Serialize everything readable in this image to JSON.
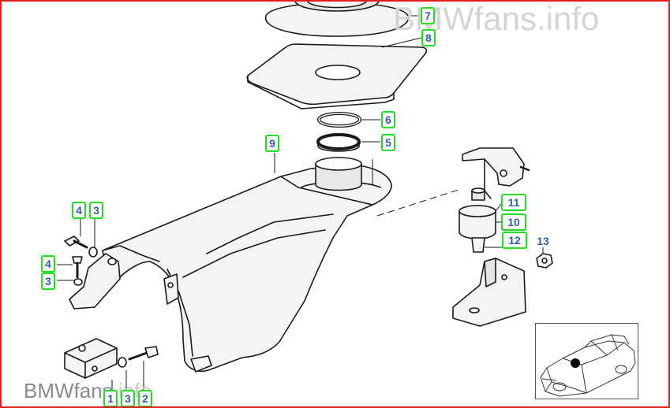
{
  "watermark": {
    "top_text": "BMWfans.info",
    "bottom_main": "BMWfans",
    "bottom_suffix": ".info"
  },
  "callouts": [
    {
      "id": "c7",
      "label": "7"
    },
    {
      "id": "c8",
      "label": "8"
    },
    {
      "id": "c6",
      "label": "6"
    },
    {
      "id": "c5",
      "label": "5"
    },
    {
      "id": "c9",
      "label": "9"
    },
    {
      "id": "c11",
      "label": "11"
    },
    {
      "id": "c10",
      "label": "10"
    },
    {
      "id": "c12",
      "label": "12"
    },
    {
      "id": "c13",
      "label": "13"
    },
    {
      "id": "c4a",
      "label": "4"
    },
    {
      "id": "c3a",
      "label": "3"
    },
    {
      "id": "c4b",
      "label": "4"
    },
    {
      "id": "c3b",
      "label": "3"
    },
    {
      "id": "c1",
      "label": "1"
    },
    {
      "id": "c3c",
      "label": "3"
    },
    {
      "id": "c2",
      "label": "2"
    }
  ],
  "colors": {
    "frame_border": "#e02020",
    "callout_border": "#22dd22",
    "callout_text": "#2f5fa8",
    "line_art": "#1a1a1a",
    "part_fill": "#f2f2f2"
  }
}
